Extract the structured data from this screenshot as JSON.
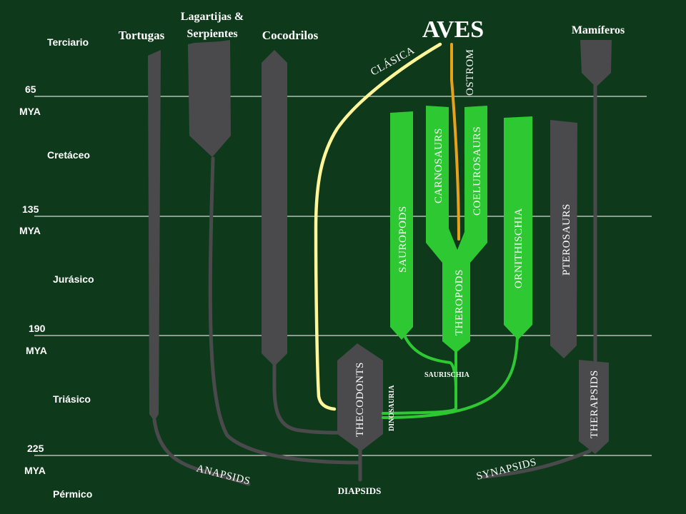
{
  "eras": [
    {
      "label": "Terciario"
    },
    {
      "label": "Cretáceo"
    },
    {
      "label": "Jurásico"
    },
    {
      "label": "Triásico"
    },
    {
      "label": "Pérmico"
    }
  ],
  "boundaries": [
    {
      "value": "65",
      "unit": "MYA"
    },
    {
      "value": "135",
      "unit": "MYA"
    },
    {
      "value": "190",
      "unit": "MYA"
    },
    {
      "value": "225",
      "unit": "MYA"
    }
  ],
  "groups": {
    "tortugas": "Tortugas",
    "lagartijas_line1": "Lagartijas &",
    "lagartijas_line2": "Serpientes",
    "cocodrilos": "Cocodrilos",
    "aves": "AVES",
    "mamiferos": "Mamíferos"
  },
  "clades": {
    "clasica": "CLÁSICA",
    "ostrom": "OSTROM",
    "sauropods": "SAUROPODS",
    "carnosaurs": "CARNOSAURS",
    "coelurosaurs": "COELUROSAURS",
    "theropods": "THEROPODS",
    "ornithischia": "ORNITHISCHIA",
    "pterosaurs": "PTEROSAURS",
    "therapsids": "THERAPSIDS",
    "thecodonts": "THECODONTS",
    "dinosauria": "DINOSAURIA",
    "saurischia": "SAURISCHIA",
    "anapsids": "ANAPSIDS",
    "diapsids": "DIAPSIDS",
    "synapsids": "SYNAPSIDS"
  },
  "colors": {
    "background": "#0e3a1b",
    "gray_lineage": "#4a4a4c",
    "green_lineage": "#2ec832",
    "classic_path": "#fff59a",
    "ostrom_path": "#e8a21a",
    "boundary_line": "#d8d8d8"
  }
}
